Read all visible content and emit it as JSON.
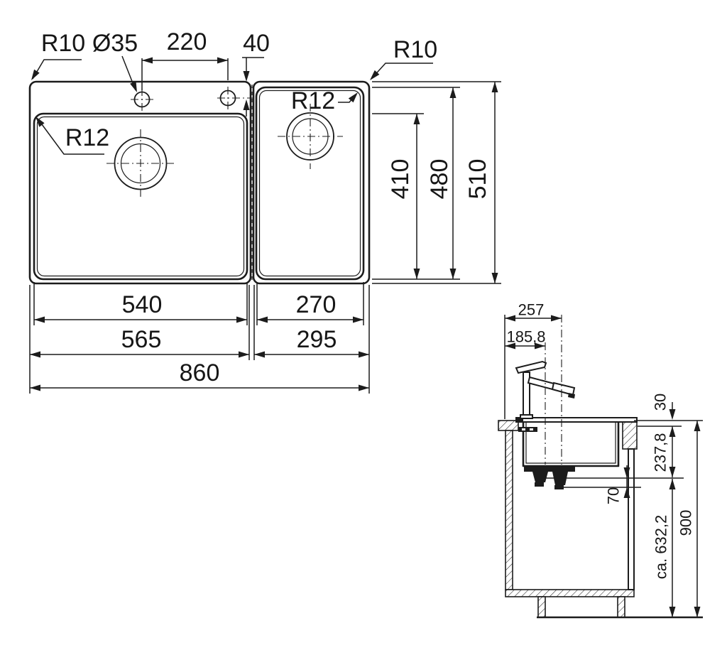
{
  "drawing": {
    "type": "sink technical dimension drawing",
    "colors": {
      "line": "#1c1c1c",
      "background": "#ffffff"
    }
  },
  "plan_view": {
    "labels": {
      "radius_top_left": "R10",
      "hole_diameter": "Ø35",
      "hole_spacing": "220",
      "hole_edge_offset": "40",
      "radius_top_right": "R10",
      "radius_bowl_left": "R12",
      "radius_bowl_right": "R12"
    },
    "bottom_dims": {
      "bowl_left_width": "540",
      "bowl_right_width": "270",
      "unit_left_width": "565",
      "unit_right_width": "295",
      "overall_width": "860"
    },
    "right_dims": {
      "bowl_left_depth": "410",
      "bowl_right_depth": "480",
      "overall_depth": "510"
    }
  },
  "side_view": {
    "top_dims": {
      "spout_reach": "257",
      "tap_hole_offset": "185,8"
    },
    "right_dims": {
      "rim_height": "30",
      "bowl_depth": "237,8",
      "drain_to_floor": "ca. 632,2",
      "worktop_height": "900"
    },
    "drain_dim": {
      "drain_offset": "70"
    }
  }
}
